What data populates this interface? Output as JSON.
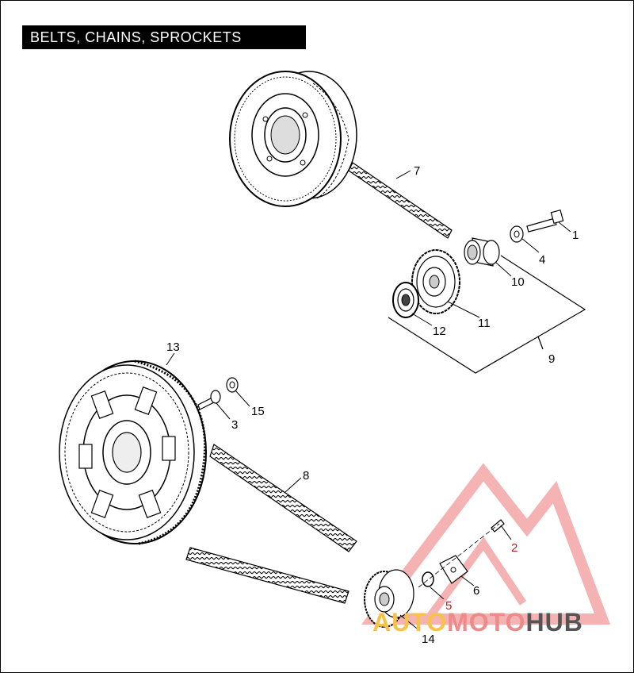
{
  "title": "BELTS, CHAINS, SPROCKETS",
  "callouts": {
    "c1": "1",
    "c2": "2",
    "c3": "3",
    "c4": "4",
    "c5": "5",
    "c6": "6",
    "c7": "7",
    "c8": "8",
    "c9": "9",
    "c10": "10",
    "c11": "11",
    "c12": "12",
    "c13": "13",
    "c14": "14",
    "c15": "15"
  },
  "watermark": {
    "part1": "AUTO",
    "part2": "MOTO",
    "part3": "HUB",
    "colors": {
      "auto": "#f6c24a",
      "moto": "#f08a8a",
      "hub": "#555555",
      "triangle": "#f2a0a0"
    }
  }
}
